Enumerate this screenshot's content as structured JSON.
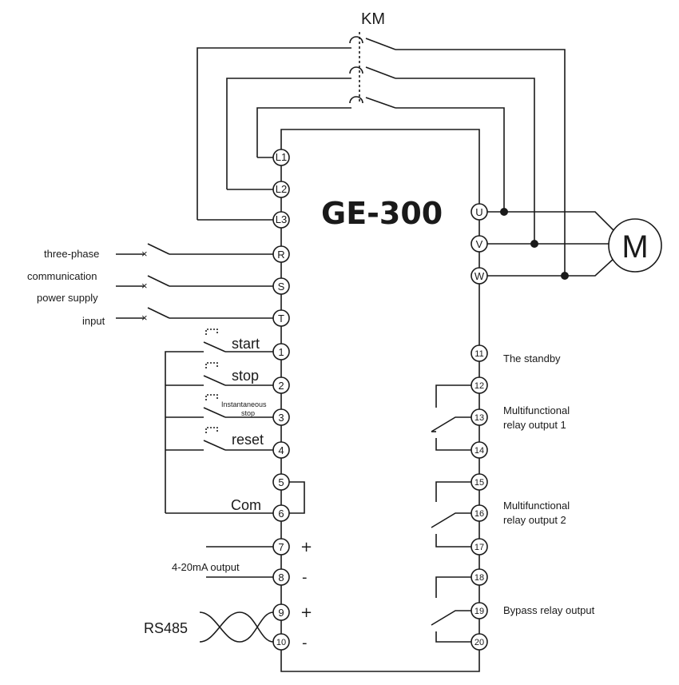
{
  "diagram": {
    "model": "GE-300",
    "contactor_label": "KM",
    "motor_label": "M",
    "terminals": {
      "L1": "L1",
      "L2": "L2",
      "L3": "L3",
      "R": "R",
      "S": "S",
      "T": "T",
      "U": "U",
      "V": "V",
      "W": "W",
      "t1": "1",
      "t2": "2",
      "t3": "3",
      "t4": "4",
      "t5": "5",
      "t6": "6",
      "t7": "7",
      "t8": "8",
      "t9": "9",
      "t10": "10",
      "t11": "11",
      "t12": "12",
      "t13": "13",
      "t14": "14",
      "t15": "15",
      "t16": "16",
      "t17": "17",
      "t18": "18",
      "t19": "19",
      "t20": "20"
    },
    "input_labels": {
      "line1": "three-phase",
      "line2": "communication",
      "line3": "power supply",
      "line4": "input"
    },
    "control_labels": {
      "start": "start",
      "stop": "stop",
      "inst1": "Instantaneous",
      "inst2": "stop",
      "reset": "reset",
      "com": "Com"
    },
    "signs": {
      "plus7": "+",
      "minus8": "-",
      "plus9": "+",
      "minus10": "-"
    },
    "output_label": "4-20mA output",
    "rs485_label": "RS485",
    "relay_labels": {
      "standby": "The standby",
      "relay1_line1": "Multifunctional",
      "relay1_line2": "relay output 1",
      "relay2_line1": "Multifunctional",
      "relay2_line2": "relay output 2",
      "bypass": "Bypass relay output"
    }
  }
}
